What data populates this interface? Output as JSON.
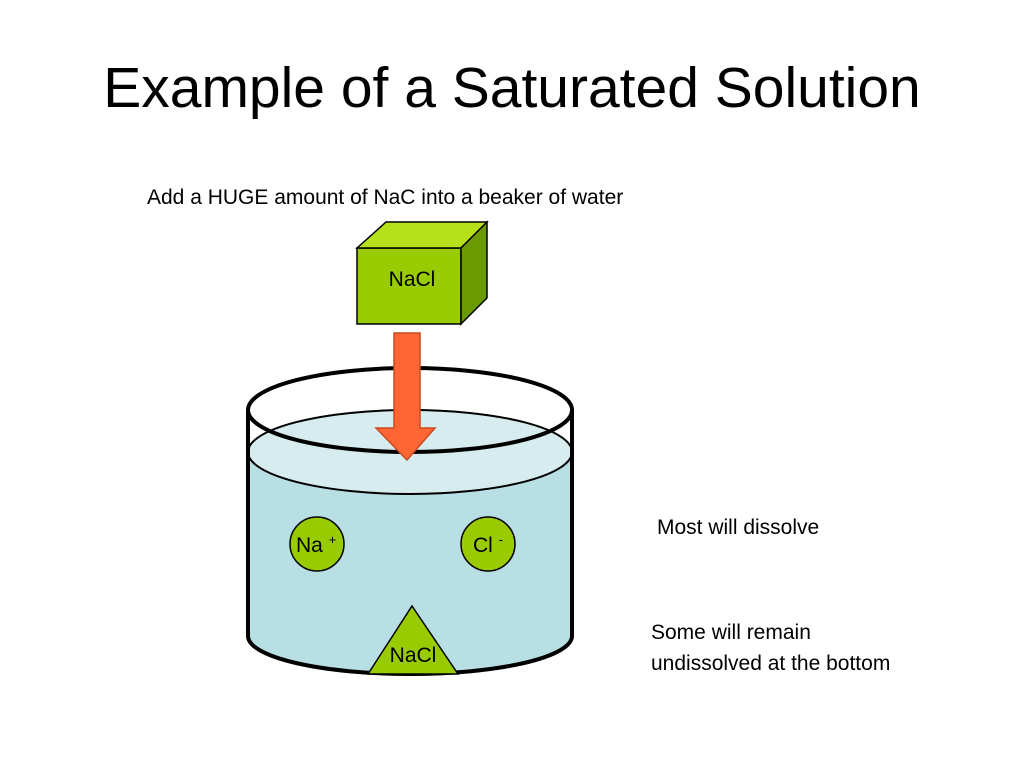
{
  "slide": {
    "title": "Example of a Saturated Solution",
    "subtitle": "Add a HUGE amount of NaC into a beaker of water"
  },
  "diagram": {
    "cube_label": "NaCl",
    "sodium_ion": {
      "symbol": "Na",
      "charge": "+"
    },
    "chloride_ion": {
      "symbol": "Cl",
      "charge": "-"
    },
    "sediment_label": "NaCl"
  },
  "notes": {
    "dissolve": "Most will dissolve",
    "remain_line1": "Some will remain",
    "remain_line2": "undissolved at the bottom"
  },
  "colors": {
    "salt_green": "#99cc00",
    "salt_green_dark": "#6b9900",
    "arrow_orange": "#ff6633",
    "water_body": "#b8dfe3",
    "water_surface": "#d6ecef",
    "outline": "#000000"
  },
  "icons": {
    "cube": "salt-cube-icon",
    "arrow": "down-arrow-icon",
    "beaker": "beaker-icon",
    "sediment": "sediment-triangle-icon"
  }
}
